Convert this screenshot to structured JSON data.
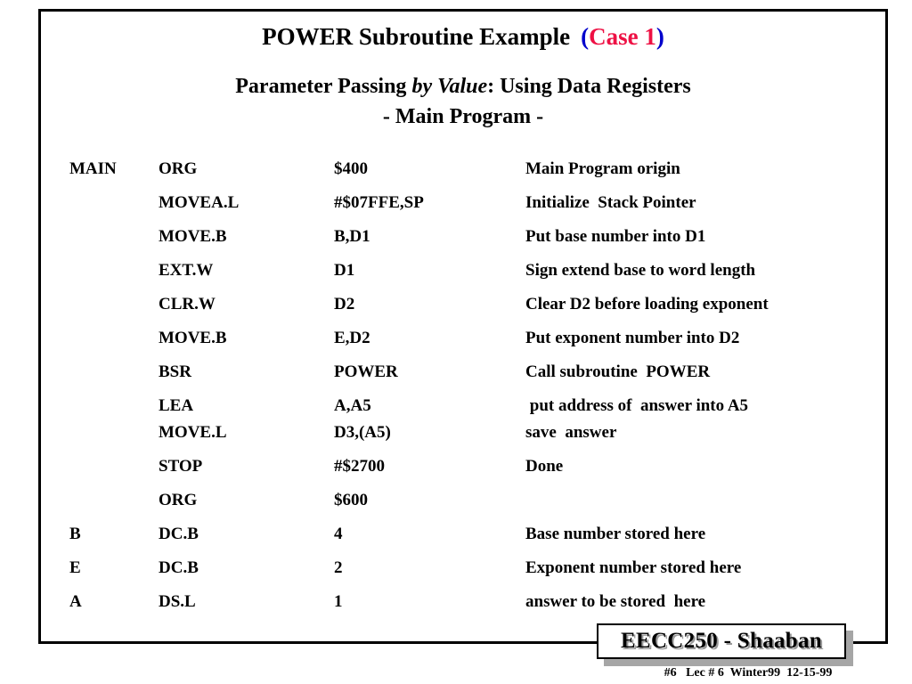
{
  "slide": {
    "title": {
      "main": "POWER Subroutine Example",
      "paren_open": "(",
      "case_label": "Case 1",
      "paren_close": ")"
    },
    "subtitle": {
      "line1_part1": "Parameter Passing ",
      "line1_italic": "by Value",
      "line1_part2": ": Using Data Registers",
      "line2": "- Main Program -"
    },
    "colors": {
      "paren": "#0000CC",
      "case": "#EE1144",
      "text": "#000000",
      "frame": "#000000",
      "badge_shadow": "#A6A6A6",
      "background": "#FFFFFF"
    }
  },
  "code": {
    "rows": [
      {
        "label": "MAIN",
        "mnemonic": "ORG",
        "operand": "$400",
        "comment": "Main Program origin",
        "tight": false
      },
      {
        "label": "",
        "mnemonic": "MOVEA.L",
        "operand": "#$07FFE,SP",
        "comment": "Initialize  Stack Pointer",
        "tight": false
      },
      {
        "label": "",
        "mnemonic": "MOVE.B",
        "operand": "B,D1",
        "comment": "Put base number into D1",
        "tight": false
      },
      {
        "label": "",
        "mnemonic": "EXT.W",
        "operand": "D1",
        "comment": "Sign extend base to word length",
        "tight": false
      },
      {
        "label": "",
        "mnemonic": "CLR.W",
        "operand": "D2",
        "comment": "Clear D2 before loading exponent",
        "tight": false
      },
      {
        "label": "",
        "mnemonic": "MOVE.B",
        "operand": "E,D2",
        "comment": "Put exponent number into D2",
        "tight": false
      },
      {
        "label": "",
        "mnemonic": "BSR",
        "operand": "POWER",
        "comment": "Call subroutine  POWER",
        "tight": false
      },
      {
        "label": "",
        "mnemonic": "LEA",
        "operand": "A,A5",
        "comment": " put address of  answer into A5",
        "tight": true
      },
      {
        "label": "",
        "mnemonic": "MOVE.L",
        "operand": "D3,(A5)",
        "comment": "save  answer",
        "tight": false
      },
      {
        "label": "",
        "mnemonic": "STOP",
        "operand": "#$2700",
        "comment": "Done",
        "tight": false
      },
      {
        "label": "",
        "mnemonic": "ORG",
        "operand": "$600",
        "comment": "",
        "tight": false
      },
      {
        "label": "B",
        "mnemonic": "DC.B",
        "operand": "4",
        "comment": "Base number stored here",
        "tight": false
      },
      {
        "label": "E",
        "mnemonic": "DC.B",
        "operand": "2",
        "comment": "Exponent number stored here",
        "tight": false
      },
      {
        "label": "A",
        "mnemonic": "DS.L",
        "operand": "1",
        "comment": "answer to be stored  here",
        "tight": false
      }
    ]
  },
  "footer": {
    "badge": "EECC250 - Shaaban",
    "meta": "#6   Lec # 6  Winter99  12-15-99"
  }
}
